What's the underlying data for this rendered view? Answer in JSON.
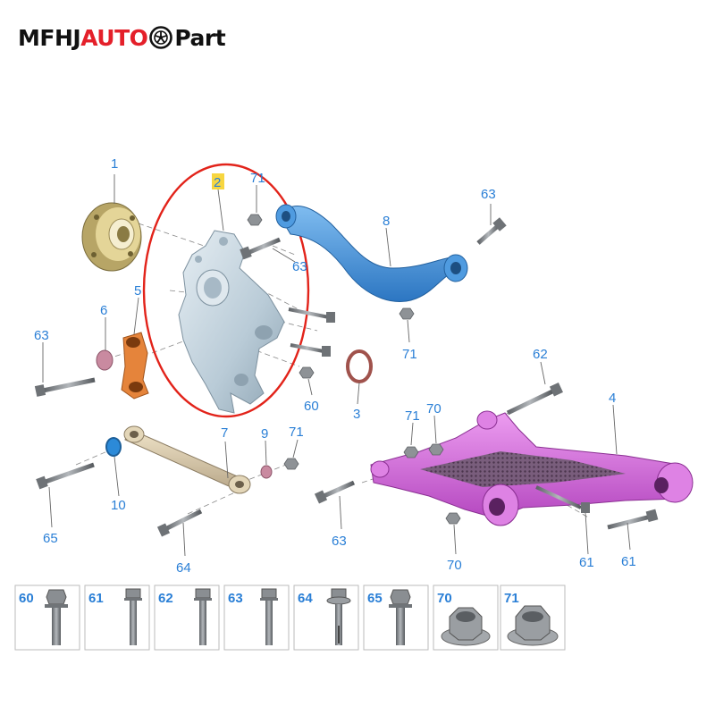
{
  "brand": {
    "part1": "MFHJ",
    "part2": "AUTO",
    "part3": "Part",
    "accent": "#e4202a",
    "wheel_icon": "tire-wheel-icon"
  },
  "colors": {
    "callout": "#2a7fd6",
    "highlight_ring": "#e2231a",
    "highlight_tag": "#f7d640",
    "knuckle": "#c6d6e0",
    "upper_arm": "#3e8fd8",
    "lower_arm": "#d470d8",
    "link": "#d6c7a8",
    "toe_link": "#e0823a",
    "hub": "#d7c58a"
  },
  "callouts": [
    {
      "id": "c1",
      "text": "1"
    },
    {
      "id": "c2",
      "text": "2"
    },
    {
      "id": "c71a",
      "text": "71"
    },
    {
      "id": "c63a",
      "text": "63"
    },
    {
      "id": "c8",
      "text": "8"
    },
    {
      "id": "c63b",
      "text": "63"
    },
    {
      "id": "c5",
      "text": "5"
    },
    {
      "id": "c6",
      "text": "6"
    },
    {
      "id": "c63c",
      "text": "63"
    },
    {
      "id": "c71b",
      "text": "71"
    },
    {
      "id": "c62",
      "text": "62"
    },
    {
      "id": "c4",
      "text": "4"
    },
    {
      "id": "c60",
      "text": "60"
    },
    {
      "id": "c3",
      "text": "3"
    },
    {
      "id": "c71c",
      "text": "71"
    },
    {
      "id": "c70a",
      "text": "70"
    },
    {
      "id": "c7",
      "text": "7"
    },
    {
      "id": "c9",
      "text": "9"
    },
    {
      "id": "c71d",
      "text": "71"
    },
    {
      "id": "c10",
      "text": "10"
    },
    {
      "id": "c65",
      "text": "65"
    },
    {
      "id": "c63d",
      "text": "63"
    },
    {
      "id": "c64",
      "text": "64"
    },
    {
      "id": "c70b",
      "text": "70"
    },
    {
      "id": "c61a",
      "text": "61"
    },
    {
      "id": "c61b",
      "text": "61"
    }
  ],
  "legend": [
    {
      "label": "60",
      "type": "flange-bolt"
    },
    {
      "label": "61",
      "type": "long-bolt"
    },
    {
      "label": "62",
      "type": "long-bolt"
    },
    {
      "label": "63",
      "type": "long-bolt"
    },
    {
      "label": "64",
      "type": "eccentric-bolt"
    },
    {
      "label": "65",
      "type": "flange-bolt"
    },
    {
      "label": "70",
      "type": "flange-nut"
    },
    {
      "label": "71",
      "type": "flange-nut"
    }
  ]
}
